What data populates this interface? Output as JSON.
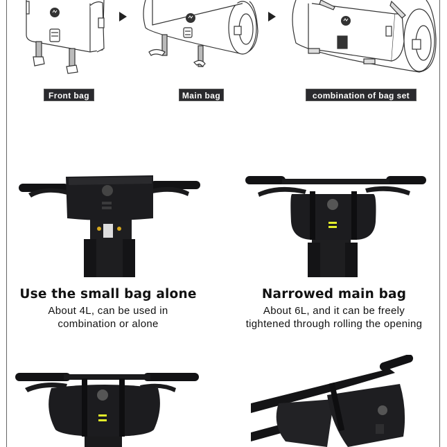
{
  "steps": [
    {
      "label": "Front bag",
      "icon": "front-bag-illustration"
    },
    {
      "label": "Main bag",
      "icon": "main-bag-illustration"
    },
    {
      "label": "combination of bag set",
      "icon": "combined-bag-illustration"
    }
  ],
  "arrows": [
    "arrow-right-icon",
    "arrow-right-icon"
  ],
  "configurations": [
    {
      "title": "Use the small bag alone",
      "line1": "About 4L, can be used in",
      "line2": "combination or alone",
      "photo": "small-bag-on-handlebar"
    },
    {
      "title": "Narrowed main bag",
      "line1": "About 6L, and it can be freely",
      "line2": "tightened through rolling the opening",
      "photo": "narrowed-main-bag-on-handlebar"
    }
  ],
  "bottom_photos": [
    {
      "photo": "full-roll-bag-front-view"
    },
    {
      "photo": "bag-set-angled-view"
    }
  ],
  "colors": {
    "badge_bg": "#2a2a2e",
    "badge_text": "#ffffff",
    "bag_black": "#1b1b1d",
    "reflective_yellow": "#e3ef2a",
    "frame_line": "#666666"
  }
}
